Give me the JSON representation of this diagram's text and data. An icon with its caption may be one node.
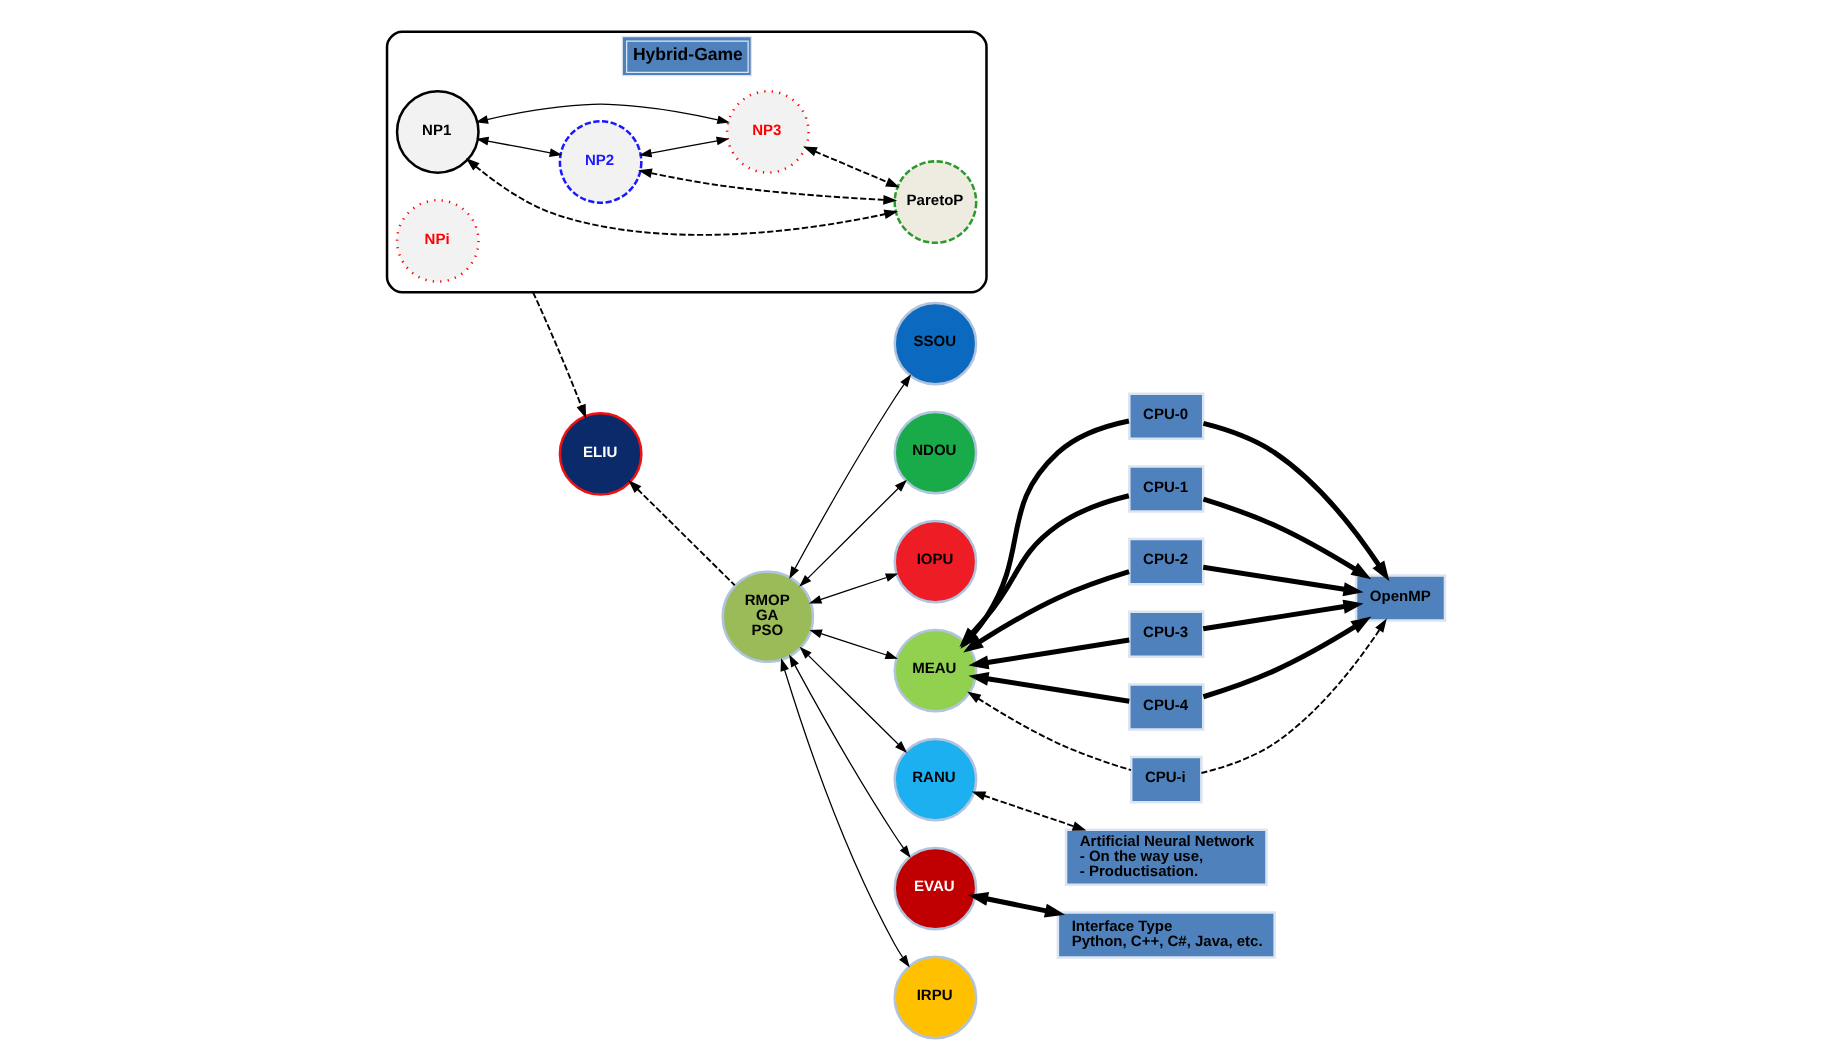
{
  "diagram": {
    "nodes": [
      {
        "text": [
          "Hybrid-Game"
        ]
      },
      {
        "text": [
          "NP1"
        ],
        "in": 0
      },
      {
        "text": [
          "NPi"
        ],
        "in": 0
      },
      {
        "text": [
          "ParetoP"
        ],
        "in": 0
      },
      {
        "text": [
          "NP2"
        ],
        "in": 0
      },
      {
        "text": [
          "NP3"
        ],
        "in": 0
      },
      {
        "text": [
          "SSOU"
        ]
      },
      {
        "text": [
          "NDOU"
        ]
      },
      {
        "text": [
          "IOPU"
        ]
      },
      {
        "text": [
          "ELIU"
        ]
      },
      {
        "text": [
          "RMOP",
          "GA",
          "PSO"
        ]
      },
      {
        "text": [
          "MEAU"
        ]
      },
      {
        "text": [
          "RANU"
        ]
      },
      {
        "text": [
          "EVAU"
        ]
      },
      {
        "text": [
          "IRPU"
        ]
      },
      {
        "text": [
          "OpenMP"
        ]
      },
      {
        "text": [
          "CPU-0"
        ]
      },
      {
        "text": [
          "CPU-1"
        ]
      },
      {
        "text": [
          "CPU-2"
        ]
      },
      {
        "text": [
          "CPU-3"
        ]
      },
      {
        "text": [
          "CPU-4"
        ]
      },
      {
        "text": [
          "CPU-i"
        ]
      },
      {
        "text": [
          "Artificial Neural Network",
          "- On the way use,",
          "- Productisation."
        ]
      },
      {
        "text": [
          "Interface Type",
          "Python, C++, C#, Java, etc."
        ]
      }
    ],
    "edges": [
      {
        "from": 1,
        "to": 4,
        "arrow": "both"
      },
      {
        "from": 1,
        "to": 5,
        "arrow": "both"
      },
      {
        "from": 4,
        "to": 5,
        "arrow": "both"
      },
      {
        "from": 1,
        "to": 3,
        "arrow": "both",
        "style": "dashed"
      },
      {
        "from": 4,
        "to": 3,
        "arrow": "both",
        "style": "dashed"
      },
      {
        "from": 5,
        "to": 3,
        "arrow": "both",
        "style": "dashed"
      },
      {
        "from": 0,
        "to": 9,
        "arrow": "to",
        "style": "dashed"
      },
      {
        "from": 10,
        "to": 9,
        "arrow": "to",
        "style": "dashed"
      },
      {
        "from": 10,
        "to": 6,
        "arrow": "both"
      },
      {
        "from": 10,
        "to": 7,
        "arrow": "both"
      },
      {
        "from": 10,
        "to": 8,
        "arrow": "both"
      },
      {
        "from": 10,
        "to": 11,
        "arrow": "both"
      },
      {
        "from": 10,
        "to": 14,
        "arrow": "both"
      },
      {
        "from": 10,
        "to": 13,
        "arrow": "both"
      },
      {
        "from": 10,
        "to": 12,
        "arrow": "both"
      },
      {
        "from": 16,
        "to": 15,
        "arrow": "to",
        "style": "thick"
      },
      {
        "from": 17,
        "to": 15,
        "arrow": "to",
        "style": "thick"
      },
      {
        "from": 18,
        "to": 15,
        "arrow": "to",
        "style": "thick"
      },
      {
        "from": 19,
        "to": 15,
        "arrow": "to",
        "style": "thick"
      },
      {
        "from": 20,
        "to": 15,
        "arrow": "to",
        "style": "thick"
      },
      {
        "from": 21,
        "to": 15,
        "arrow": "to",
        "style": "dashed"
      },
      {
        "from": 16,
        "to": 11,
        "arrow": "to",
        "style": "thick"
      },
      {
        "from": 17,
        "to": 11,
        "arrow": "to",
        "style": "thick"
      },
      {
        "from": 18,
        "to": 11,
        "arrow": "to",
        "style": "thick"
      },
      {
        "from": 19,
        "to": 11,
        "arrow": "to",
        "style": "thick"
      },
      {
        "from": 20,
        "to": 11,
        "arrow": "to",
        "style": "thick"
      },
      {
        "from": 21,
        "to": 11,
        "arrow": "to",
        "style": "dashed"
      },
      {
        "from": 12,
        "to": 22,
        "arrow": "both",
        "style": "dashed"
      },
      {
        "from": 13,
        "to": 23,
        "arrow": "both",
        "style": "thick"
      }
    ]
  }
}
